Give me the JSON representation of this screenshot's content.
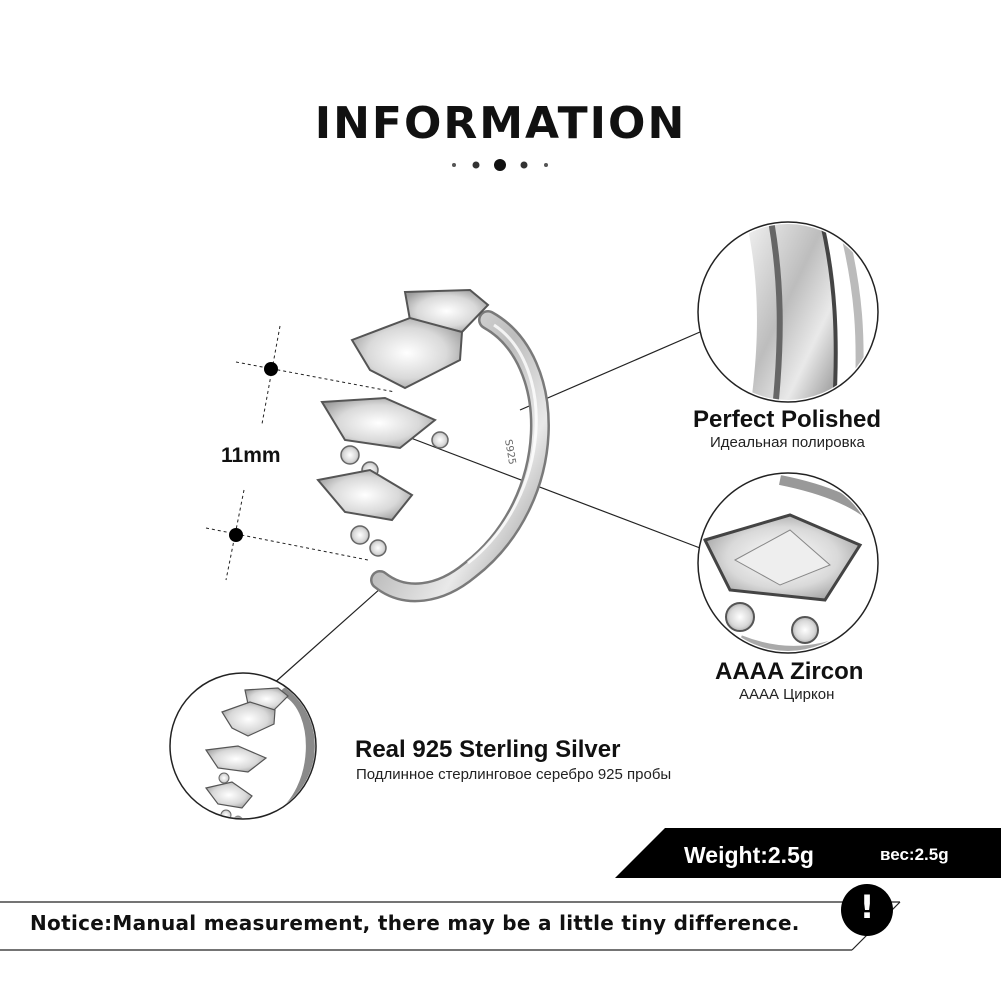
{
  "header": {
    "title": "INFORMATION"
  },
  "dimension": {
    "label": "11mm"
  },
  "features": [
    {
      "title_en": "Perfect  Polished",
      "title_ru": "Идеальная полировка"
    },
    {
      "title_en": "AAAA Zircon",
      "title_ru": "АААА Циркон"
    },
    {
      "title_en": "Real 925  Sterling  Silver",
      "title_ru": "Подлинное стерлинговое серебро 925 пробы"
    }
  ],
  "weight": {
    "label_en": "Weight:2.5g",
    "label_ru": "вес:2.5g"
  },
  "notice": {
    "text": "Notice:Manual measurement, there may be a little tiny difference.",
    "icon_glyph": "!"
  },
  "ring": {
    "stamp": "S925"
  },
  "colors": {
    "banner": "#000000",
    "text": "#111111",
    "background": "#ffffff"
  }
}
